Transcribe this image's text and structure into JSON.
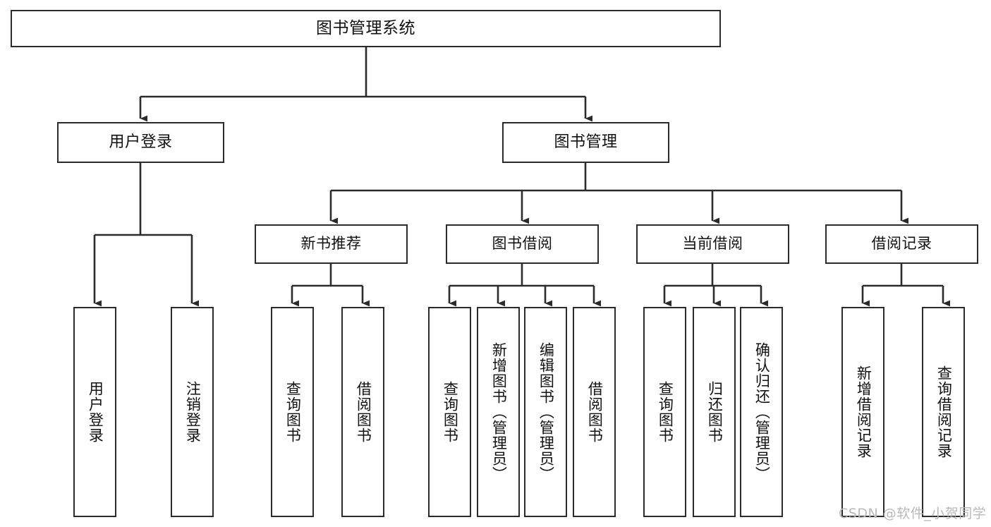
{
  "diagram": {
    "title": "图书管理系统",
    "watermark": "CSDN @软件_小贺同学",
    "colors": {
      "stroke": "#2b2b2b",
      "box_fill": "#ffffff",
      "text": "#111111",
      "watermark": "#b9b9b9",
      "background": "#ffffff"
    },
    "root": {
      "label": "图书管理系统"
    },
    "level2": [
      {
        "label": "用户登录"
      },
      {
        "label": "图书管理"
      }
    ],
    "level3": [
      {
        "label": "新书推荐"
      },
      {
        "label": "图书借阅"
      },
      {
        "label": "当前借阅"
      },
      {
        "label": "借阅记录"
      }
    ],
    "leaves": {
      "user_login": [
        {
          "label": "用户登录"
        },
        {
          "label": "注销登录"
        }
      ],
      "new_book_recommend": [
        {
          "label": "查询图书"
        },
        {
          "label": "借阅图书"
        }
      ],
      "book_borrow": [
        {
          "label": "查询图书"
        },
        {
          "label": "新增图书（管理员）"
        },
        {
          "label": "编辑图书（管理员）"
        },
        {
          "label": "借阅图书"
        }
      ],
      "current_borrow": [
        {
          "label": "查询图书"
        },
        {
          "label": "归还图书"
        },
        {
          "label": "确认归还（管理员）"
        }
      ],
      "borrow_record": [
        {
          "label": "新增借阅记录"
        },
        {
          "label": "查询借阅记录"
        }
      ]
    }
  }
}
